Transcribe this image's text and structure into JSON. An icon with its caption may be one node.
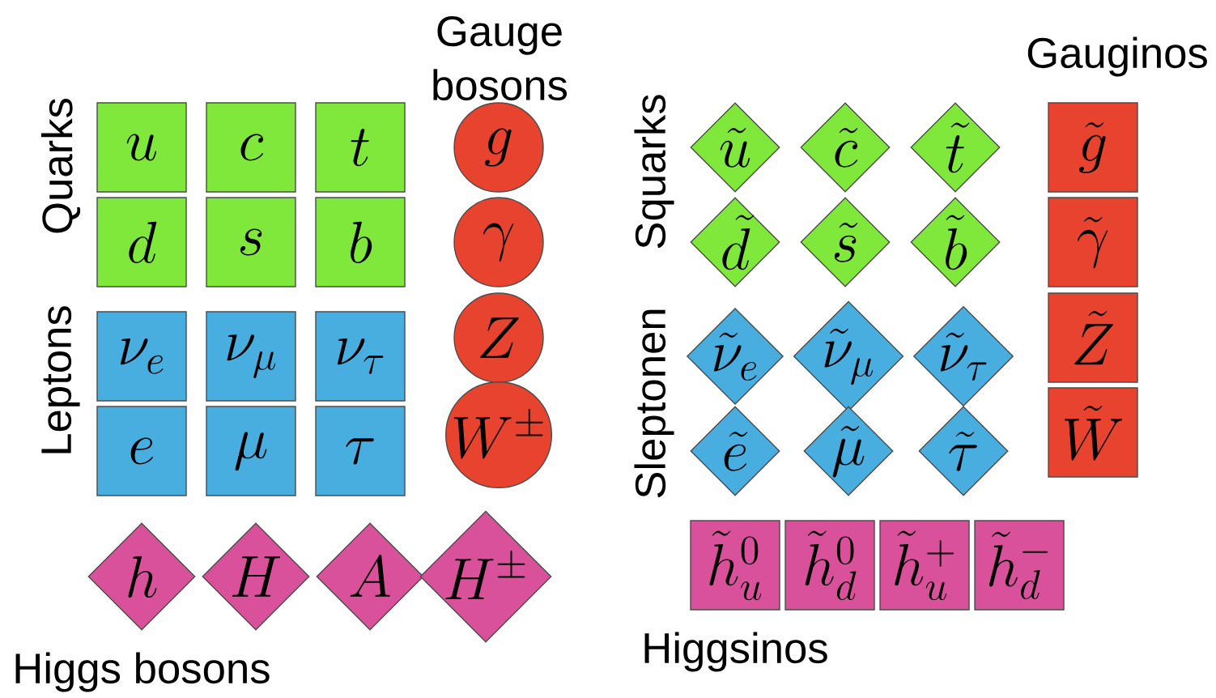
{
  "diagram": {
    "nodes": [
      {
        "text": [
          "u"
        ]
      },
      {
        "text": [
          "c"
        ]
      },
      {
        "text": [
          "t"
        ]
      },
      {
        "text": [
          "d"
        ]
      },
      {
        "text": [
          "s"
        ]
      },
      {
        "text": [
          "b"
        ]
      },
      {
        "text": [
          "\\nu_e"
        ]
      },
      {
        "text": [
          "\\nu_\\mu"
        ]
      },
      {
        "text": [
          "\\nu_\\tau"
        ]
      },
      {
        "text": [
          "e"
        ]
      },
      {
        "text": [
          "\\mu"
        ]
      },
      {
        "text": [
          "\\tau"
        ]
      },
      {
        "text": [
          "g"
        ]
      },
      {
        "text": [
          "\\gamma"
        ]
      },
      {
        "text": [
          "Z"
        ]
      },
      {
        "text": [
          "W^\\pm"
        ]
      },
      {
        "text": [
          "h"
        ]
      },
      {
        "text": [
          "H"
        ]
      },
      {
        "text": [
          "A"
        ]
      },
      {
        "text": [
          "H^\\pm"
        ]
      },
      {
        "text": [
          "\\tilde{u}"
        ]
      },
      {
        "text": [
          "\\tilde{c}"
        ]
      },
      {
        "text": [
          "\\tilde{t}"
        ]
      },
      {
        "text": [
          "\\tilde{d}"
        ]
      },
      {
        "text": [
          "\\tilde{s}"
        ]
      },
      {
        "text": [
          "\\tilde{b}"
        ]
      },
      {
        "text": [
          "\\tilde{\\nu}_e"
        ]
      },
      {
        "text": [
          "\\tilde{\\nu}_\\mu"
        ]
      },
      {
        "text": [
          "\\tilde{\\nu}_\\tau"
        ]
      },
      {
        "text": [
          "\\tilde{e}"
        ]
      },
      {
        "text": [
          "\\tilde{\\mu}"
        ]
      },
      {
        "text": [
          "\\tilde{\\tau}"
        ]
      },
      {
        "text": [
          "\\tilde{g}"
        ]
      },
      {
        "text": [
          "\\tilde{\\gamma}"
        ]
      },
      {
        "text": [
          "\\tilde{Z}"
        ]
      },
      {
        "text": [
          "\\tilde{W}"
        ]
      },
      {
        "text": [
          "\\tilde{h}^0_u"
        ]
      },
      {
        "text": [
          "\\tilde{h}^0_d"
        ]
      },
      {
        "text": [
          "\\tilde{h}^+_u"
        ]
      },
      {
        "text": [
          "\\tilde{h}^-_d"
        ]
      }
    ],
    "labels": [
      "Quarks",
      "Leptons",
      "Gauge bosons",
      "Higgs bosons",
      "Squarks",
      "Sleptonen",
      "Gauginos",
      "Higgsinos"
    ]
  }
}
